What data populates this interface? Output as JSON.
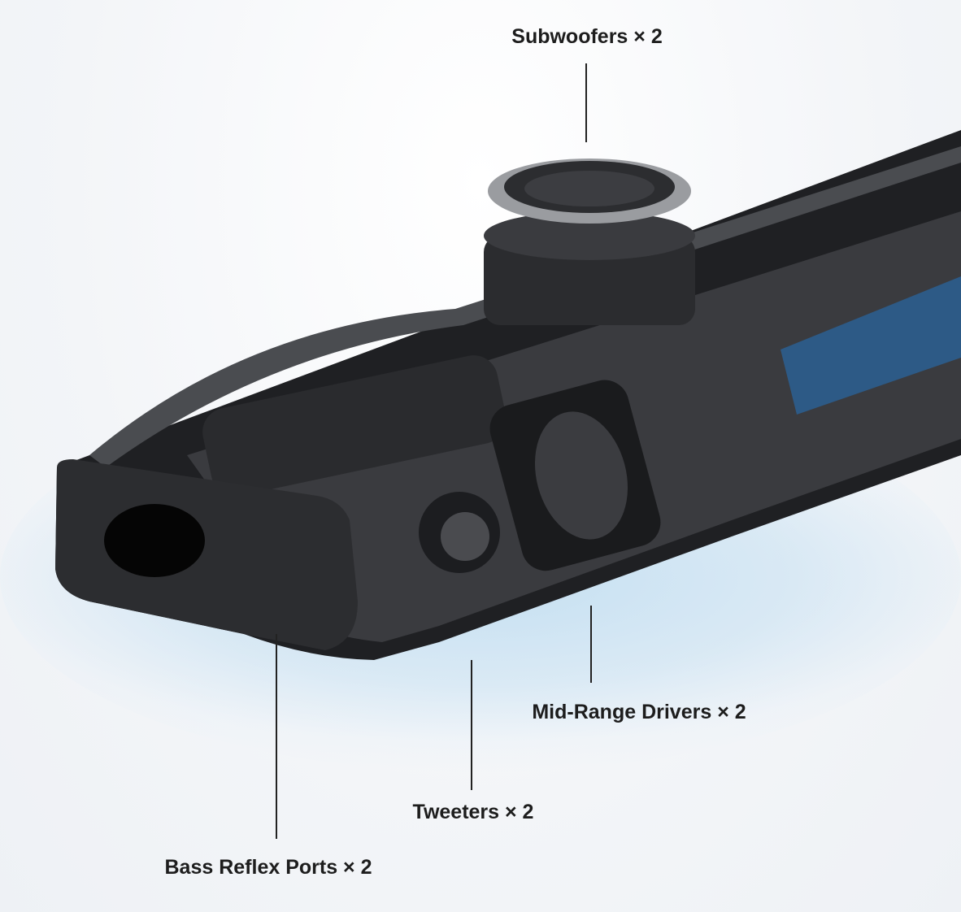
{
  "labels": {
    "subwoofers": "Subwoofers × 2",
    "mid_range": "Mid-Range Drivers × 2",
    "tweeters": "Tweeters × 2",
    "bass_ports": "Bass Reflex Ports × 2"
  },
  "colors": {
    "body": "#2a2b2e",
    "pcb": "#2d5a86",
    "text": "#1d1d1d"
  }
}
